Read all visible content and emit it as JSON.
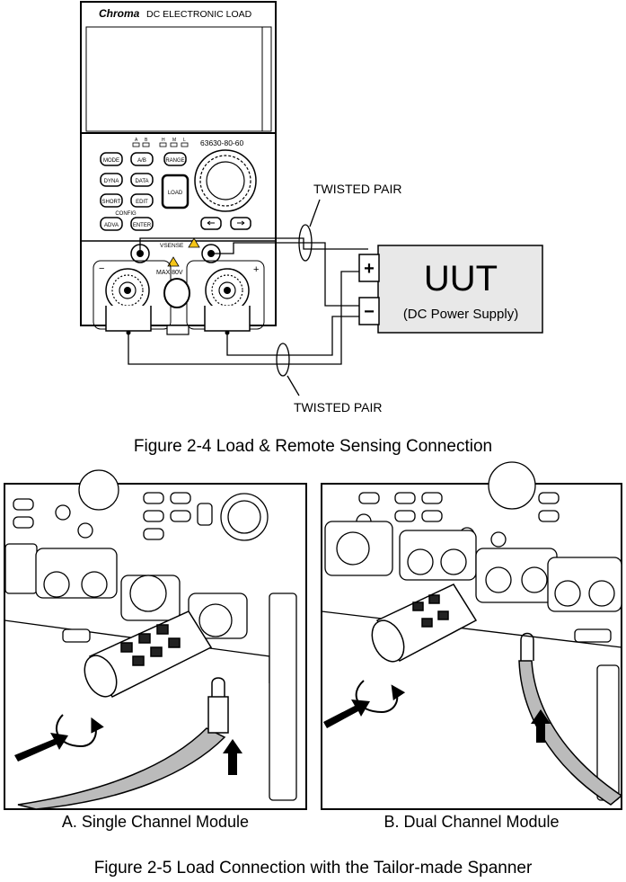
{
  "figure_top": {
    "brand_logo": "Chroma",
    "device_title": "DC ELECTRONIC LOAD",
    "model_number": "63630-80-60",
    "led_labels": [
      "A",
      "B",
      "H",
      "M",
      "L"
    ],
    "keys": {
      "mode": "MODE",
      "ab": "A/B",
      "range": "RANGE",
      "dyna": "DYNA",
      "data": "DATA",
      "short": "SHORT",
      "edit": "EDIT",
      "adva": "ADVA",
      "enter": "ENTER",
      "load": "LOAD",
      "config": "CONFIG"
    },
    "vsense_label": "VSENSE",
    "max_voltage_label": "MAX 80V",
    "minus_sign": "−",
    "plus_sign": "+",
    "uut_title": "UUT",
    "uut_subtitle": "(DC Power Supply)",
    "uut_plus": "+",
    "uut_minus": "−",
    "twisted_pair_top": "TWISTED PAIR",
    "twisted_pair_bottom": "TWISTED PAIR",
    "caption": "Figure 2-4   Load & Remote Sensing Connection"
  },
  "figure_bottom": {
    "panel_a_caption": "A. Single Channel Module",
    "panel_b_caption": "B. Dual Channel Module",
    "caption": "Figure 2-5  Load Connection with the Tailor-made Spanner"
  },
  "icons": [
    "warning-icon",
    "arrow-icon",
    "rotation-arrow-icon"
  ]
}
